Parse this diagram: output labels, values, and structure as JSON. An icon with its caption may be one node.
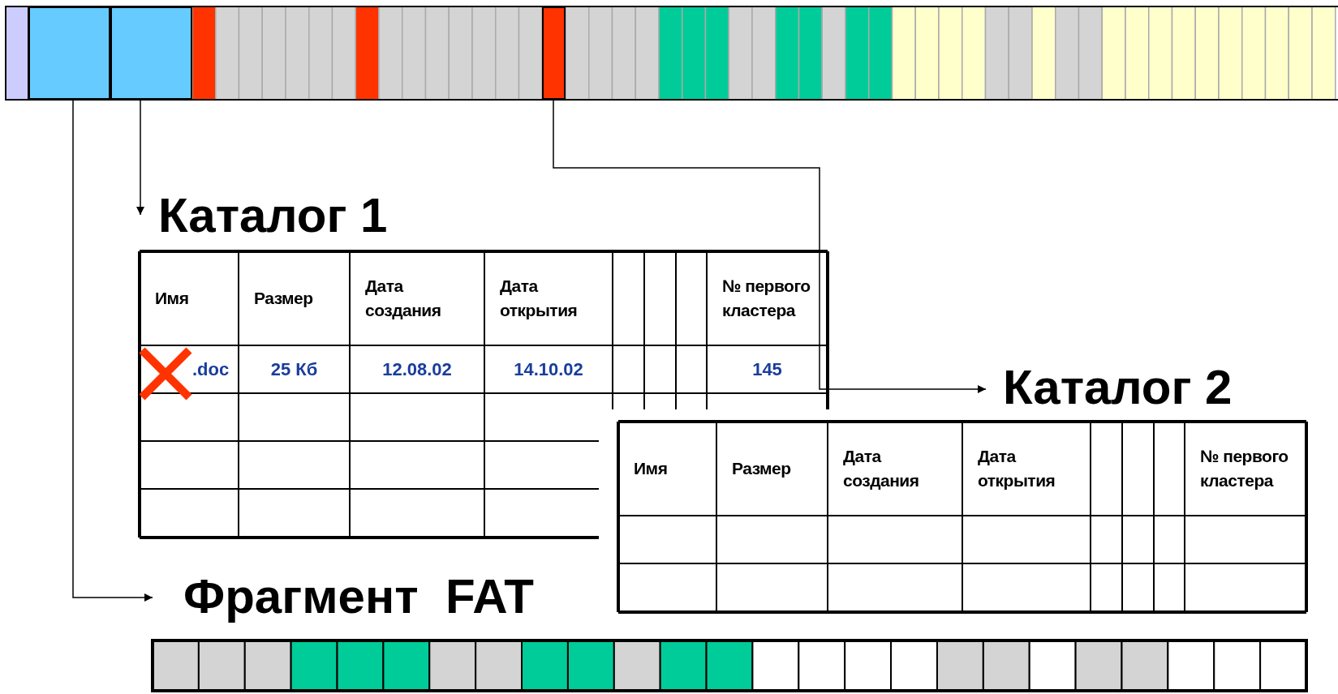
{
  "diagram": {
    "nodes": [
      {
        "text": [],
        "shape": "box"
      },
      {
        "text": [],
        "shape": "box"
      },
      {
        "text": [],
        "shape": "box"
      },
      {
        "text": [
          "Каталог 1"
        ]
      },
      {
        "text": [
          "Каталог 2"
        ]
      },
      {
        "text": [
          "Фрагмент  FAT"
        ]
      }
    ],
    "edges": [
      {
        "from": 1,
        "to": 3,
        "arrow": "to"
      },
      {
        "from": 0,
        "to": 5,
        "arrow": "to"
      },
      {
        "from": 2,
        "to": 4,
        "arrow": "to"
      }
    ],
    "labels": [
      "Имя",
      "Размер",
      "Дата создания",
      "Дата открытия",
      "№ первого кластера",
      ".doc",
      "25 Кб",
      "12.08.02",
      "14.10.02",
      "145",
      "Имя",
      "Размер",
      "Дата создания",
      "Дата открытия",
      "№ первого кластера"
    ]
  }
}
